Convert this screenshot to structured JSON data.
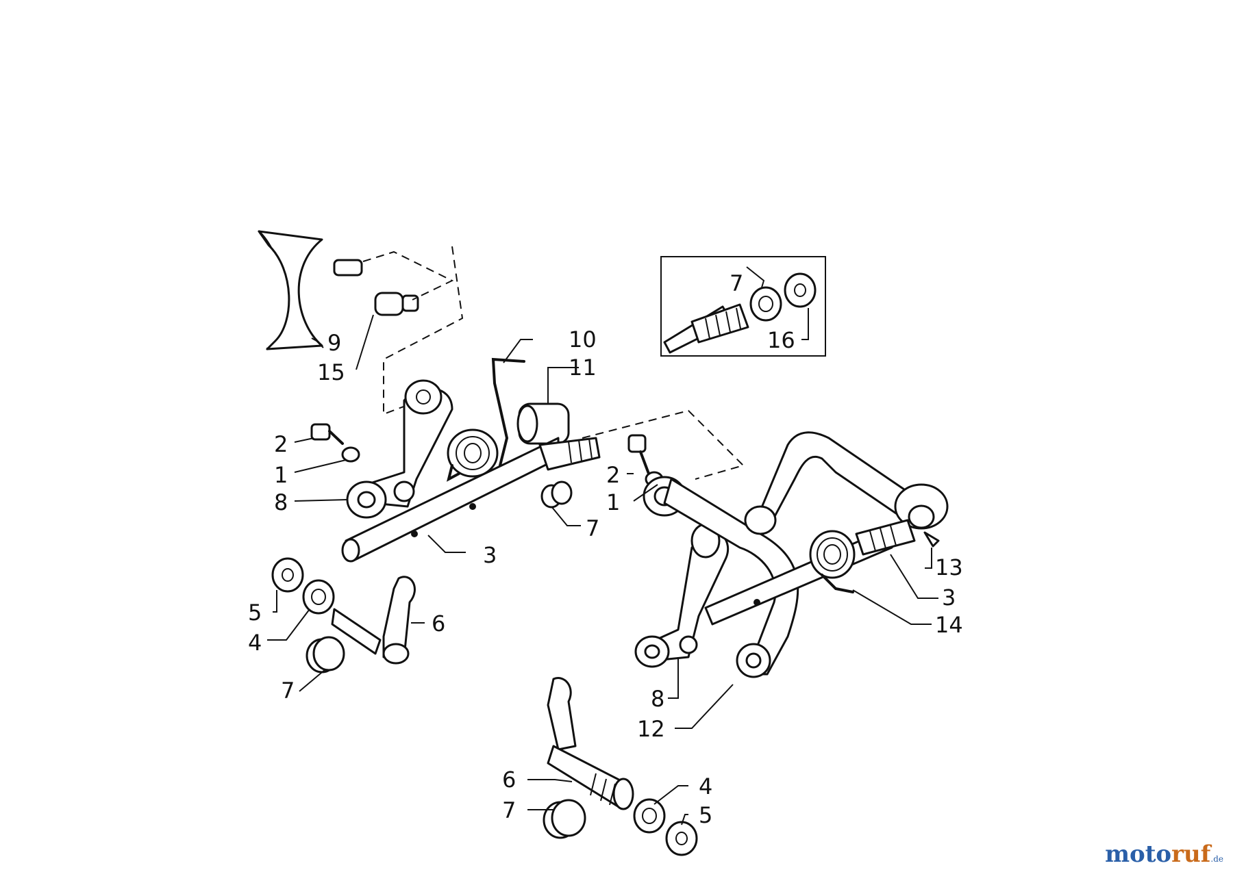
{
  "diagram": {
    "labels": {
      "l1a": "1",
      "l1b": "1",
      "l2a": "2",
      "l2b": "2",
      "l3a": "3",
      "l3b": "3",
      "l4a": "4",
      "l4b": "4",
      "l5a": "5",
      "l5b": "5",
      "l6a": "6",
      "l6b": "6",
      "l7a": "7",
      "l7b": "7",
      "l7c": "7",
      "l7d": "7",
      "l8a": "8",
      "l8b": "8",
      "l9": "9",
      "l10": "10",
      "l11": "11",
      "l12": "12",
      "l13": "13",
      "l14": "14",
      "l15": "15",
      "l16": "16"
    }
  },
  "watermark": {
    "part1": "moto",
    "part2": "ruf",
    "part3": ".de"
  }
}
